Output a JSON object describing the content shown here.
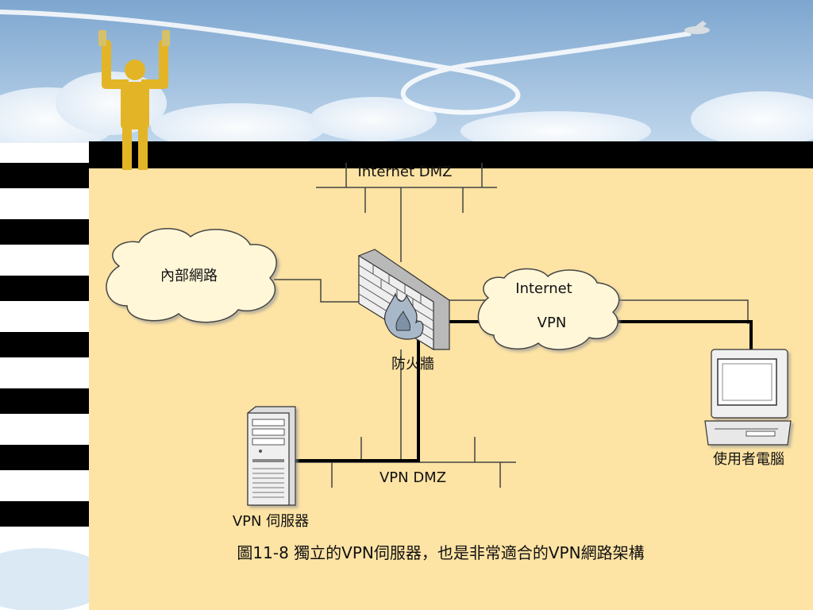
{
  "diagram": {
    "internet_dmz_label": "Internet DMZ",
    "internal_net_label": "內部網路",
    "internet_label": "Internet",
    "vpn_label": "VPN",
    "firewall_label": "防火牆",
    "vpn_dmz_label": "VPN DMZ",
    "vpn_server_label": "VPN 伺服器",
    "user_pc_label": "使用者電腦",
    "caption": "圖11-8 獨立的VPN伺服器，也是非常適合的VPN網路架構"
  },
  "colors": {
    "panel": "#fde3a4",
    "band": "#000000",
    "sky": "#8db4d6",
    "figure": "#e3b526",
    "line_thick": "#000000",
    "line_thin": "#555555"
  }
}
